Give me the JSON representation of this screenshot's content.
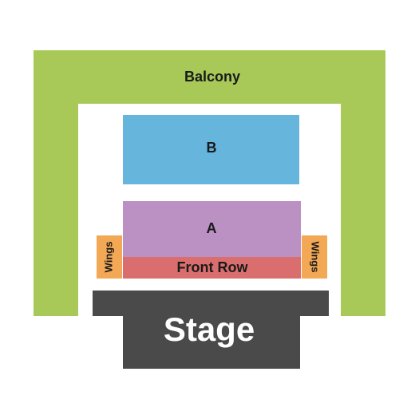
{
  "sections": {
    "balcony": {
      "label": "Balcony",
      "color": "#a8c957"
    },
    "b": {
      "label": "B",
      "color": "#65b5dc"
    },
    "a": {
      "label": "A",
      "color": "#bb90c3"
    },
    "front_row": {
      "label": "Front Row",
      "color": "#da6e6e"
    },
    "wings_left": {
      "label": "Wings",
      "color": "#f2a854"
    },
    "wings_right": {
      "label": "Wings",
      "color": "#f2a854"
    }
  },
  "stage": {
    "label": "Stage",
    "color": "#4a4a4a"
  }
}
